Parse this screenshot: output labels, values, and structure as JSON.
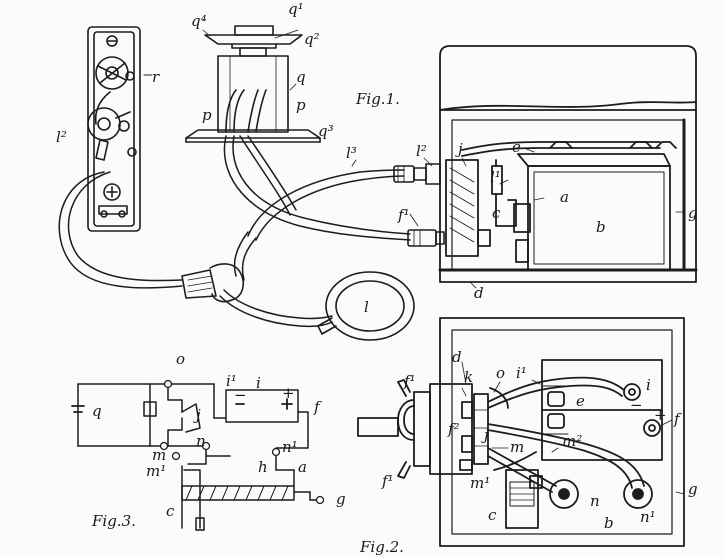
{
  "captions": {
    "fig1": "Fig.1.",
    "fig2": "Fig.2.",
    "fig3": "Fig.3."
  },
  "fig1_labels": {
    "q4": "q⁴",
    "q1": "q¹",
    "q2": "q²",
    "q": "q",
    "q3": "q³",
    "r": "r",
    "l2a": "l²",
    "p_a": "p",
    "p_b": "p",
    "l3": "l³",
    "l2b": "l²",
    "j": "j",
    "e": "e",
    "l1": "l¹",
    "a": "a",
    "c": "c",
    "b": "b",
    "g": "g",
    "f1": "f¹",
    "d": "d",
    "l": "l"
  },
  "fig2_labels": {
    "d": "d",
    "k": "k",
    "o": "o",
    "i1": "i¹",
    "i": "i",
    "minus": "−",
    "f1a": "f¹",
    "f2": "f²",
    "j": "j",
    "e": "e",
    "plus": "+",
    "f": "f",
    "m": "m",
    "m2": "m²",
    "m1": "m¹",
    "f1b": "f¹",
    "c": "c",
    "n": "n",
    "n1": "n¹",
    "b": "b",
    "g": "g"
  },
  "fig3_labels": {
    "o": "o",
    "i1": "i¹",
    "i": "i",
    "minus": "−",
    "plus": "+",
    "f": "f",
    "q": "q",
    "j": "j",
    "m": "m",
    "n": "n",
    "n1": "n¹",
    "m1": "m¹",
    "h": "h",
    "a": "a",
    "c": "c",
    "g": "g"
  }
}
